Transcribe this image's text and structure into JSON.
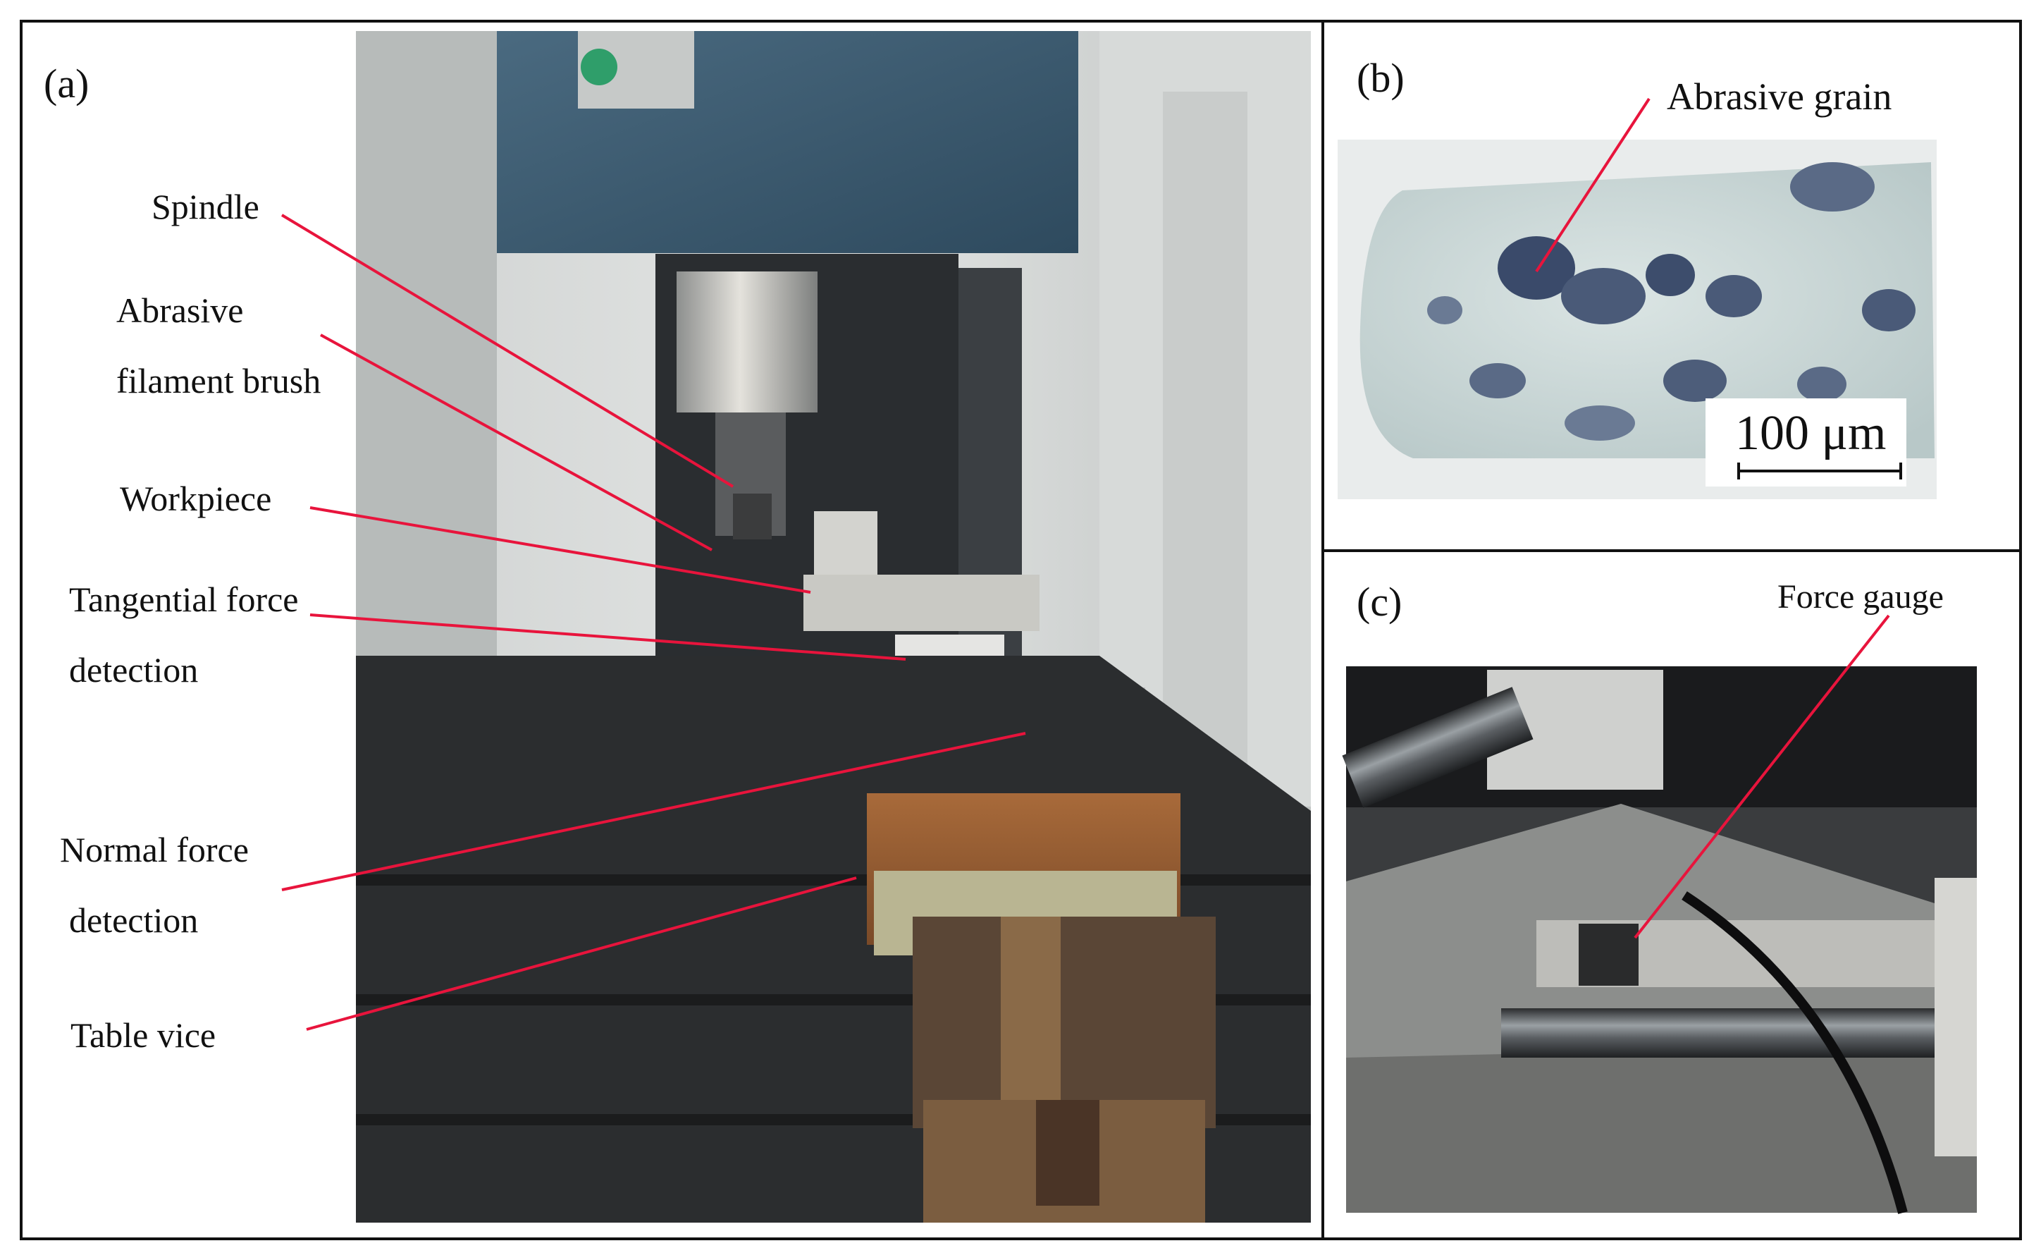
{
  "panels": {
    "a": {
      "label": "(a)",
      "callouts": {
        "spindle": "Spindle",
        "brush_line1": "Abrasive",
        "brush_line2": "filament brush",
        "workpiece": "Workpiece",
        "tangential_line1": "Tangential force",
        "tangential_line2": "detection",
        "normal_line1": "Normal force",
        "normal_line2": "detection",
        "vice": "Table vice"
      }
    },
    "b": {
      "label": "(b)",
      "callout": "Abrasive grain",
      "scale_bar": "100 μm"
    },
    "c": {
      "label": "(c)",
      "callout": "Force gauge"
    }
  },
  "colors": {
    "callout_line": "#e8143c",
    "frame": "#111111"
  }
}
